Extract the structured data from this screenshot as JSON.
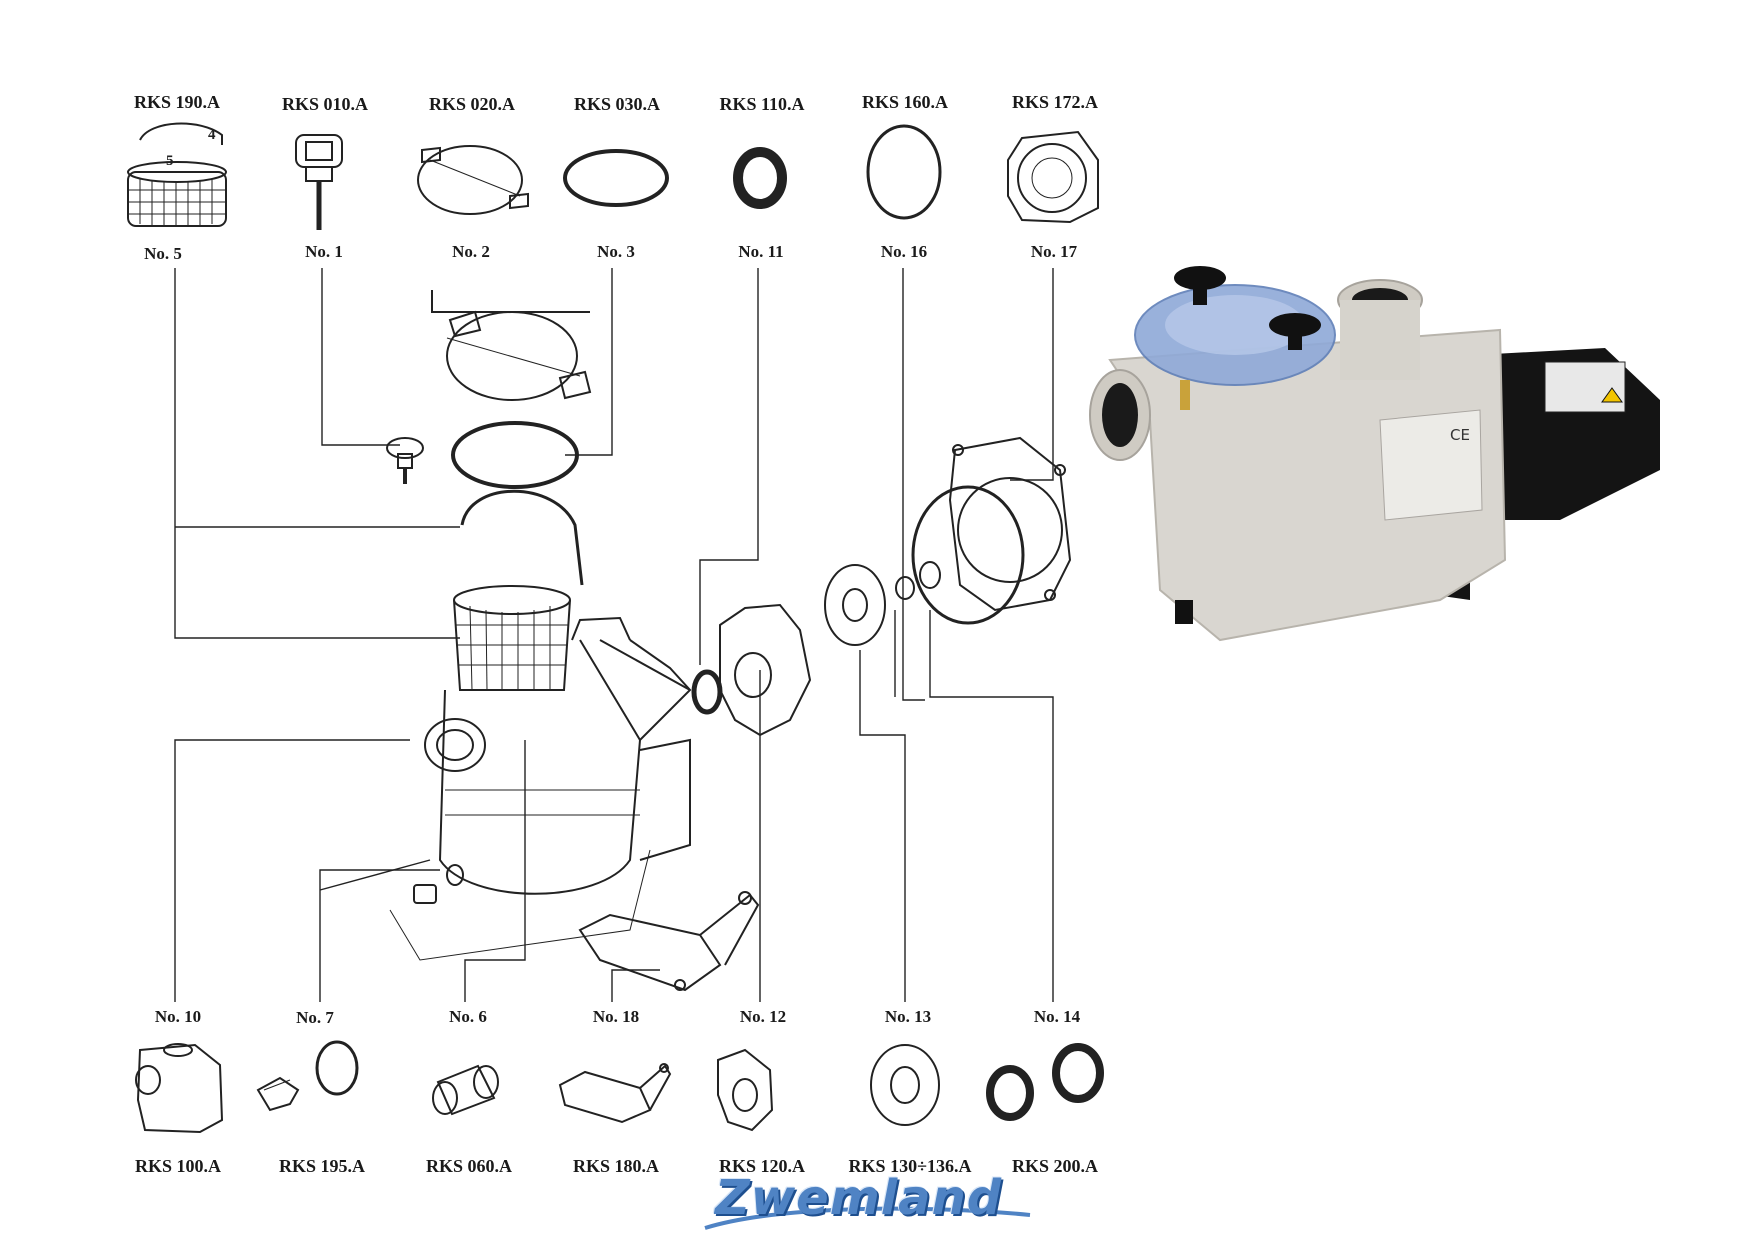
{
  "top_parts": [
    {
      "code": "RKS 190.A",
      "number": "No. 5",
      "inset_digits": [
        "5",
        "4"
      ]
    },
    {
      "code": "RKS 010.A",
      "number": "No. 1"
    },
    {
      "code": "RKS 020.A",
      "number": "No. 2"
    },
    {
      "code": "RKS 030.A",
      "number": "No. 3"
    },
    {
      "code": "RKS 110.A",
      "number": "No. 11"
    },
    {
      "code": "RKS 160.A",
      "number": "No. 16"
    },
    {
      "code": "RKS 172.A",
      "number": "No. 17"
    }
  ],
  "bottom_parts": [
    {
      "code": "RKS 100.A",
      "number": "No. 10"
    },
    {
      "code": "RKS 195.A",
      "number": "No. 7"
    },
    {
      "code": "RKS 060.A",
      "number": "No. 6"
    },
    {
      "code": "RKS 180.A",
      "number": "No. 18"
    },
    {
      "code": "RKS 120.A",
      "number": "No. 12"
    },
    {
      "code": "RKS 130÷136.A",
      "number": "No. 13"
    },
    {
      "code": "RKS 200.A",
      "number": "No. 14"
    }
  ],
  "product_photo": {
    "label_mark": "CE"
  },
  "brand": "Zwemland",
  "colors": {
    "logo": "#4f83c4",
    "pump_body": "#d9d6d0",
    "motor": "#111111",
    "lid": "#8fa9d8"
  }
}
